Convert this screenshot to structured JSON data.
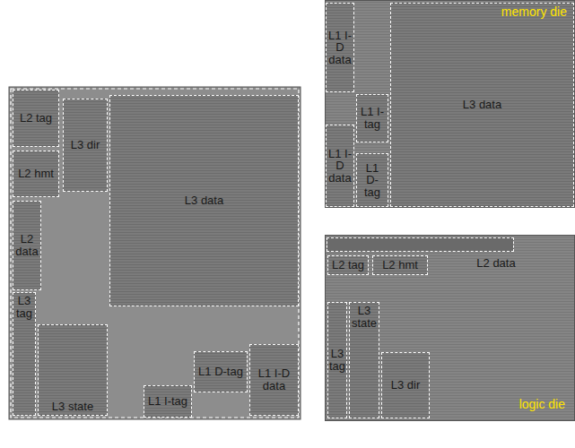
{
  "diagram": {
    "nodes": [
      {
        "text": [
          "L2 tag"
        ]
      },
      {
        "text": [
          "L2 hmt"
        ]
      },
      {
        "text": [
          "L3 dir"
        ]
      },
      {
        "text": [
          "L3 data"
        ]
      },
      {
        "text": [
          "L2 data"
        ]
      },
      {
        "text": [
          "L3 tag"
        ]
      },
      {
        "text": [
          "L3 state"
        ]
      },
      {
        "text": [
          "L1 D-tag"
        ]
      },
      {
        "text": [
          "L1 I-tag"
        ]
      },
      {
        "text": [
          "L1 I-D data"
        ]
      },
      {
        "text": [
          "memory die"
        ]
      },
      {
        "text": [
          "L1 I-D data"
        ],
        "in": 10
      },
      {
        "text": [
          "L1 I-tag"
        ],
        "in": 10
      },
      {
        "text": [
          "L1 I-D data"
        ],
        "in": 10
      },
      {
        "text": [
          "L1 D-tag"
        ],
        "in": 10
      },
      {
        "text": [
          "L3 data"
        ],
        "in": 10
      },
      {
        "text": [
          "logic die"
        ]
      },
      {
        "text": [
          "L2 tag"
        ],
        "in": 16
      },
      {
        "text": [
          "L2 hmt"
        ],
        "in": 16
      },
      {
        "text": [
          "L3 state"
        ],
        "in": 16
      },
      {
        "text": [
          "L3 tag"
        ],
        "in": 16
      },
      {
        "text": [
          "L3 dir"
        ],
        "in": 16
      }
    ],
    "labels": [
      "L2 data"
    ]
  }
}
